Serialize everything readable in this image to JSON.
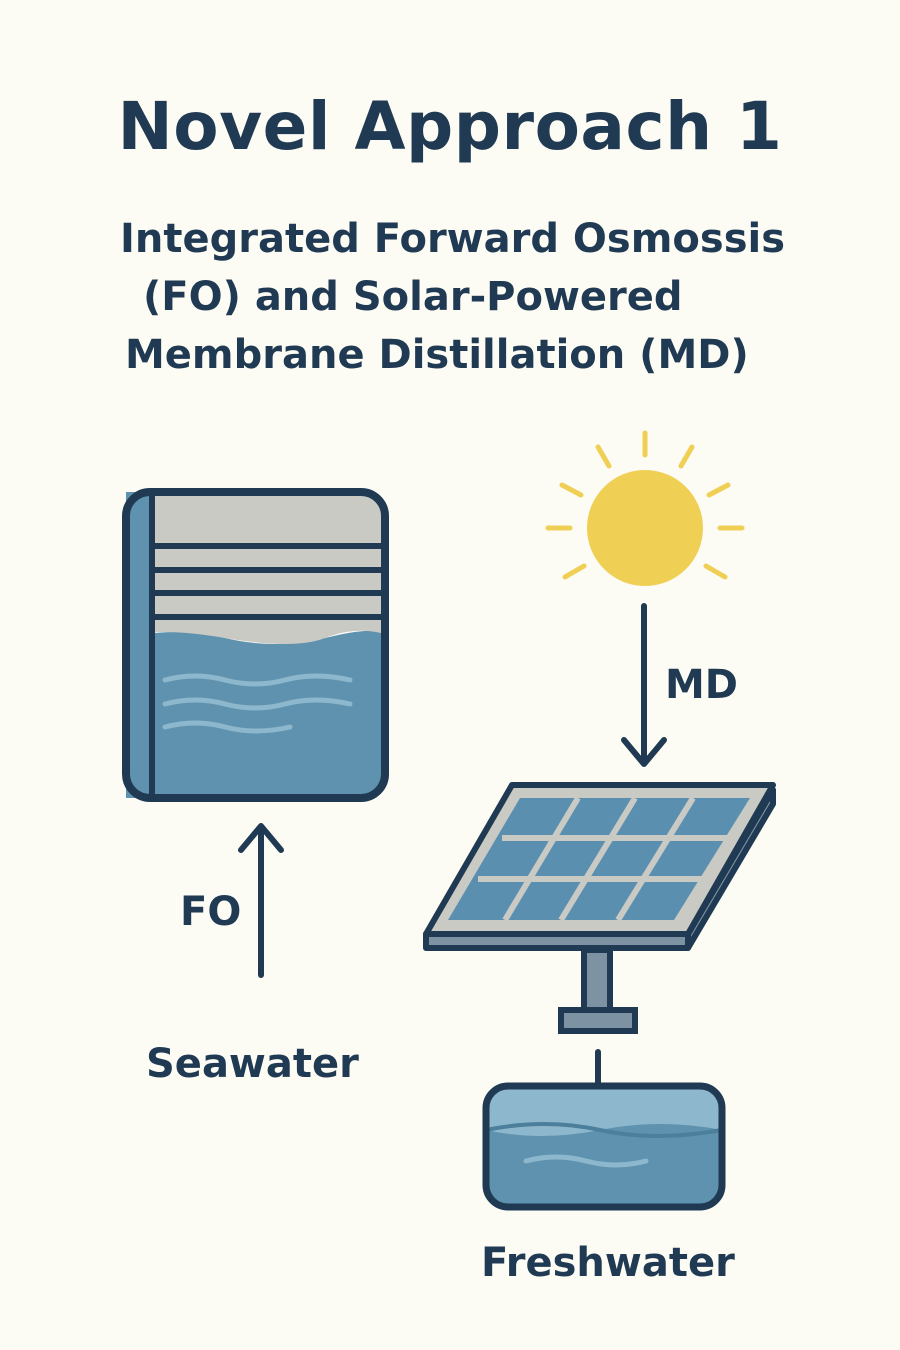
{
  "title": "Novel Approach 1",
  "subtitle": {
    "line1": "Integrated Forward Osmossis",
    "line2": "(FO) and Solar-Powered",
    "line3": "Membrane Distillation (MD)"
  },
  "labels": {
    "fo": "FO",
    "md": "MD",
    "seawater": "Seawater",
    "freshwater": "Freshwater"
  },
  "colors": {
    "background": "#fcfbf4",
    "ink": "#1f3a52",
    "water": "#5f92ae",
    "membrane_gray": "#c9cac4",
    "sun": "#f0cf55",
    "panel_cell": "#5b8fb0"
  }
}
